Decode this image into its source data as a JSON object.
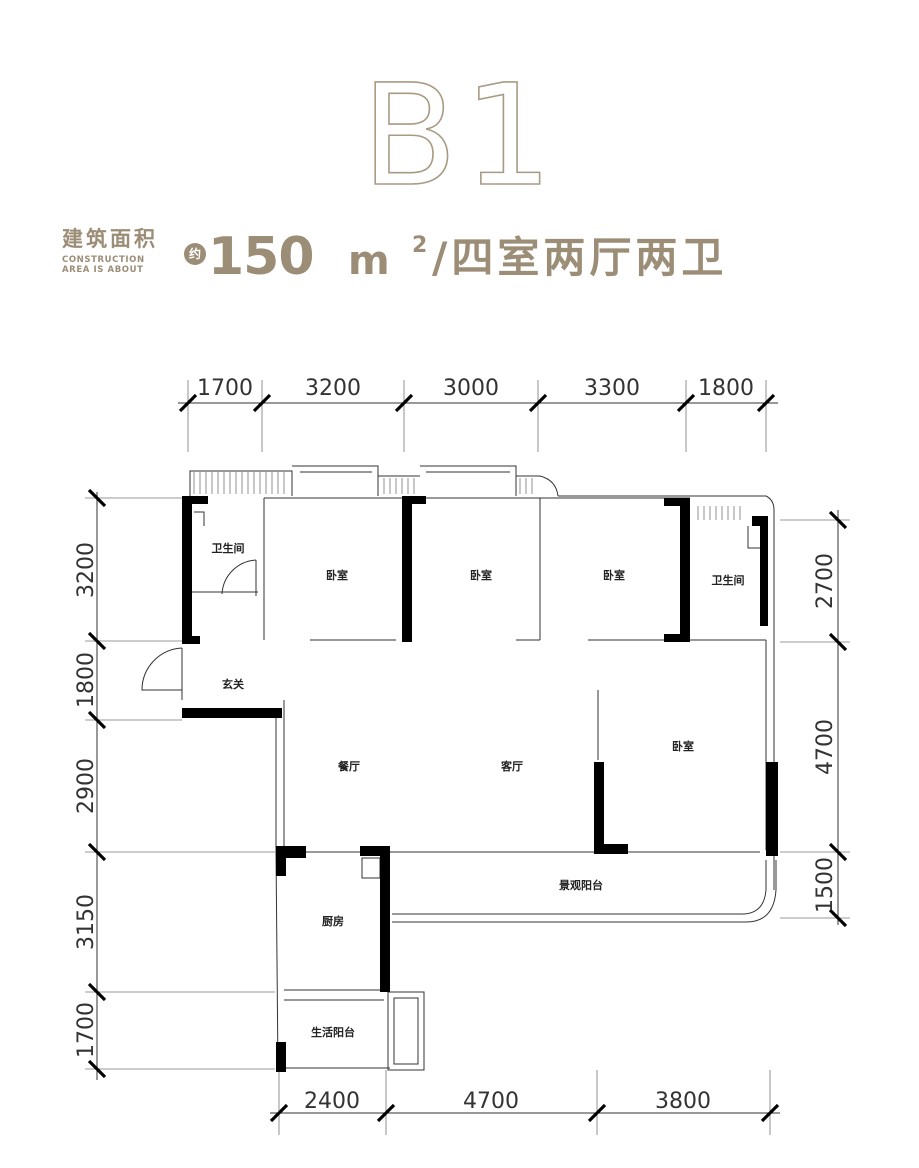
{
  "title": "B1",
  "area_label_cn": "建筑面积",
  "area_label_en_line1": "CONSTRUCTION",
  "area_label_en_line2": "AREA IS ABOUT",
  "area_prefix": "约",
  "area_value": "150",
  "area_unit": "m",
  "area_sup": "2",
  "layout": "/四室两厅两卫",
  "dims_top": [
    "1700",
    "3200",
    "3000",
    "3300",
    "1800"
  ],
  "dims_bottom": [
    "2400",
    "4700",
    "3800"
  ],
  "dims_left": [
    "3200",
    "1800",
    "2900",
    "3150",
    "1700"
  ],
  "dims_right": [
    "2700",
    "4700",
    "1500"
  ],
  "rooms": {
    "bath1": "卫生间",
    "bed1": "卧室",
    "bed2": "卧室",
    "bed3": "卧室",
    "bath2": "卫生间",
    "foyer": "玄关",
    "dining": "餐厅",
    "living": "客厅",
    "bed4": "卧室",
    "view_balcony": "景观阳台",
    "kitchen": "厨房",
    "utility_balcony": "生活阳台"
  },
  "colors": {
    "accent": "#9c8d77",
    "title_outline": "#a99a83",
    "wall": "#000000"
  }
}
